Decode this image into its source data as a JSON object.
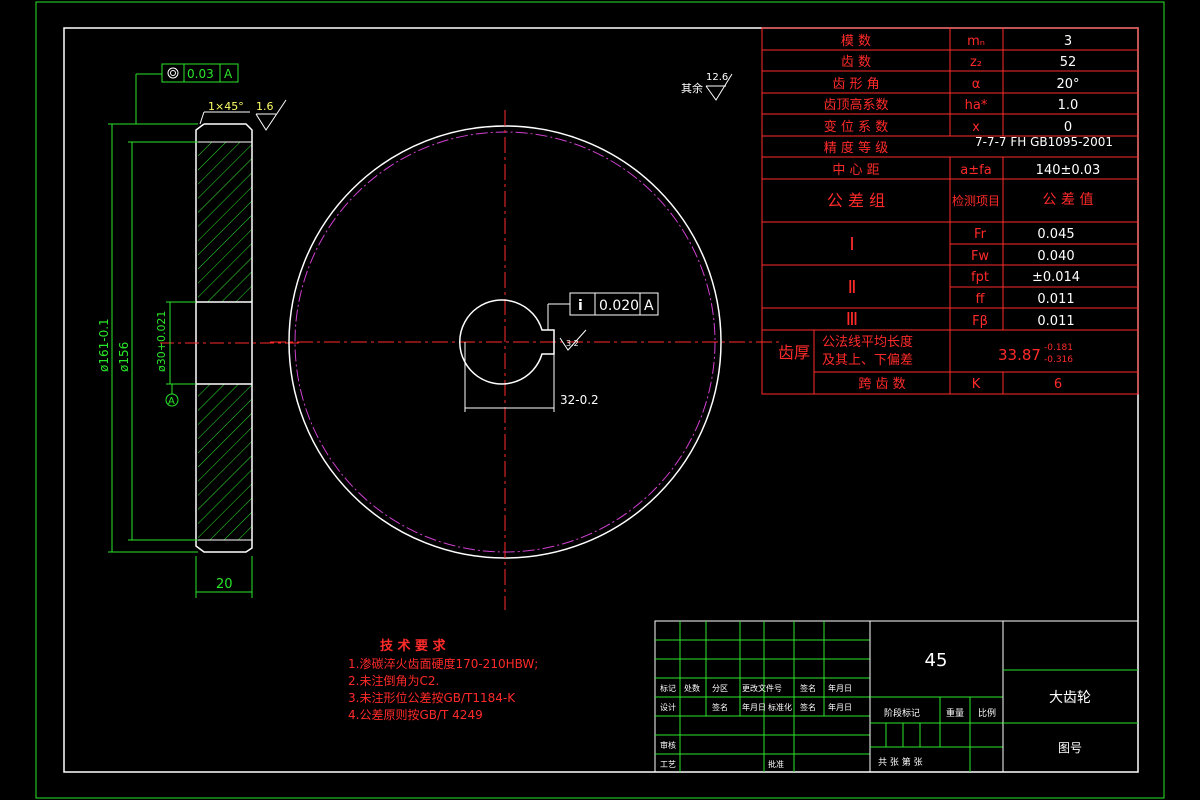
{
  "side_view": {
    "runout_tolerance": "0.03",
    "runout_datum": "A",
    "chamfer": "1×45°",
    "roughness_face": "1.6",
    "dim_outer": "ø161-0.1",
    "dim_root": "ø156",
    "dim_bore": "ø30+0.021",
    "dim_width": "20",
    "datum_label": "A"
  },
  "front_view": {
    "roughness_rest_label": "其余",
    "roughness_rest_value": "12.6",
    "sym_tolerance": "0.020",
    "sym_datum": "A",
    "keyway_dim": "32-0.2",
    "keyway_roughness": "3.2"
  },
  "param_table": {
    "rows": [
      {
        "name": "模  数",
        "sym": "mₙ",
        "val": "3"
      },
      {
        "name": "齿  数",
        "sym": "z₂",
        "val": "52"
      },
      {
        "name": "齿 形 角",
        "sym": "α",
        "val": "20°"
      },
      {
        "name": "齿顶高系数",
        "sym": "ha*",
        "val": "1.0"
      },
      {
        "name": "变 位 系 数",
        "sym": "x",
        "val": "0"
      },
      {
        "name": "精 度 等 级",
        "sym": "",
        "val": "7-7-7 FH GB1095-2001"
      },
      {
        "name": "中 心 距",
        "sym": "a±fa",
        "val": "140±0.03"
      }
    ],
    "group_header": "公 差 组",
    "inspect_header": "检测项目",
    "tolerance_header": "公 差 值",
    "groups": [
      {
        "name": "Ⅰ",
        "items": [
          {
            "sym": "Fr",
            "val": "0.045"
          },
          {
            "sym": "Fw",
            "val": "0.040"
          }
        ]
      },
      {
        "name": "Ⅱ",
        "items": [
          {
            "sym": "fpt",
            "val": "±0.014"
          },
          {
            "sym": "ff",
            "val": "0.011"
          }
        ]
      },
      {
        "name": "Ⅲ",
        "items": [
          {
            "sym": "Fβ",
            "val": "0.011"
          }
        ]
      }
    ],
    "thickness_label": "齿厚",
    "wk_label_line1": "公法线平均长度",
    "wk_label_line2": "及其上、下偏差",
    "wk_value": "33.87",
    "wk_upper": "-0.181",
    "wk_lower": "-0.316",
    "span_label": "跨 齿 数",
    "span_sym": "K",
    "span_val": "6"
  },
  "tech_req": {
    "title": "技 术 要 求",
    "lines": [
      "1.渗碳淬火齿面硬度170-210HBW;",
      "2.未注倒角为C2.",
      "3.未注形位公差按GB/T1184-K",
      "4.公差原则按GB/T 4249"
    ]
  },
  "title_block": {
    "material": "45",
    "part_name": "大齿轮",
    "drawing_no_label": "图号",
    "row_labels_a": [
      "标记",
      "处数",
      "分区",
      "更改文件号",
      "签名",
      "年月日"
    ],
    "row_labels_b": [
      "设计",
      "签名",
      "年月日",
      "标准化",
      "签名",
      "年月日"
    ],
    "stage_label": "阶段标记",
    "weight_label": "重量",
    "scale_label": "比例",
    "review_label": "审核",
    "process_label": "工艺",
    "approve_label": "批准",
    "sheet_label": "共 张 第 张"
  },
  "colors": {
    "background": "#000000",
    "outline": "#ffffff",
    "dimension": "#2ae62a",
    "table_text": "#ff2a2a",
    "center_line": "#ff2a2a",
    "pitch_circle": "#d040d0"
  }
}
